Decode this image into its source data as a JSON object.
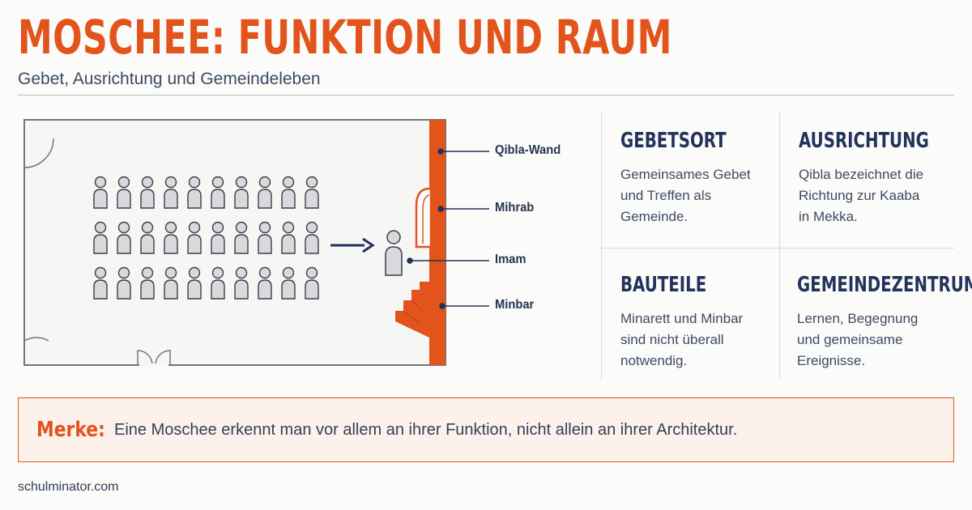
{
  "header": {
    "title": "MOSCHEE: FUNKTION UND RAUM",
    "subtitle": "Gebet, Ausrichtung und Gemeindeleben"
  },
  "diagram": {
    "rows_of_worshippers": 3,
    "worshippers_per_row": 10,
    "callouts": {
      "qibla_wall": "Qibla-Wand",
      "mihrab": "Mihrab",
      "imam": "Imam",
      "minbar": "Minbar"
    }
  },
  "panels": [
    {
      "heading": "GEBETSORT",
      "text": "Gemeinsames Gebet\nund Treffen als\nGemeinde."
    },
    {
      "heading": "AUSRICHTUNG",
      "text": "Qibla bezeichnet die\nRichtung zur Kaaba\nin Mekka."
    },
    {
      "heading": "BAUTEILE",
      "text": "Minarett und Minbar\nsind nicht überall\nnotwendig."
    },
    {
      "heading": "GEMEINDEZENTRUM",
      "text": "Lernen, Begegnung\nund gemeinsame\nEreignisse."
    }
  ],
  "note": {
    "label": "Merke:",
    "text": "Eine Moschee erkennt man vor allem an ihrer Funktion, nicht allein an ihrer Architektur."
  },
  "footer": {
    "text": "schulminator.com"
  },
  "colors": {
    "accent": "#e2541b",
    "navy": "#22325a",
    "figure_fill": "#d7d9dc",
    "figure_stroke": "#3a3f47"
  }
}
